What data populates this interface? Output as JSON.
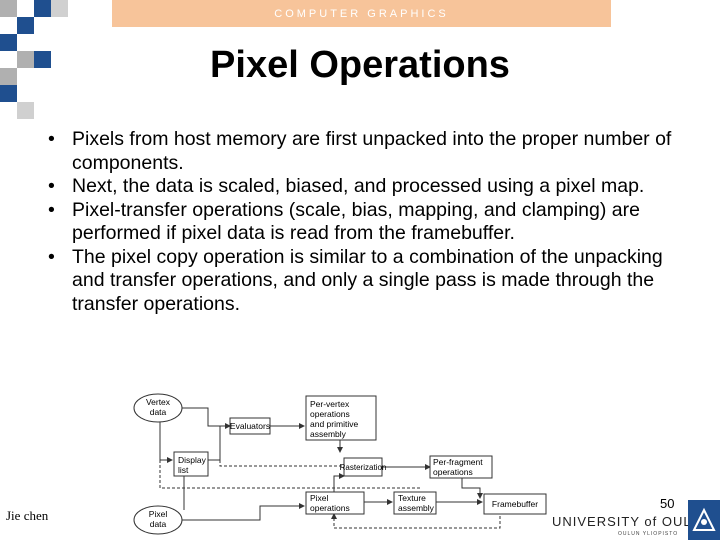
{
  "header": {
    "banner_text": "COMPUTER GRAPHICS",
    "banner_color": "#f7c49a",
    "accent_dark": "#1f4f8f",
    "accent_gray": "#b0b0b0"
  },
  "slide": {
    "title": "Pixel Operations",
    "bullets": [
      "Pixels from host memory are first unpacked into the proper number of components.",
      "Next, the data is scaled, biased, and processed using a pixel map.",
      "Pixel-transfer operations (scale, bias, mapping, and clamping) are performed if pixel data is read from the framebuffer.",
      "The pixel copy operation is similar to a combination of the unpacking and transfer operations, and only a single pass is made through the transfer operations."
    ]
  },
  "diagram": {
    "vertex_data": [
      "Vertex",
      "data"
    ],
    "evaluators": "Evaluators",
    "per_vertex": [
      "Per-vertex",
      "operations",
      "and primitive",
      "assembly"
    ],
    "display_list": [
      "Display",
      "list"
    ],
    "rasterization": "Rasterization",
    "per_fragment": [
      "Per-fragment",
      "operations"
    ],
    "pixel_data": [
      "Pixel",
      "data"
    ],
    "pixel_operations": [
      "Pixel",
      "operations"
    ],
    "texture_assembly": [
      "Texture",
      "assembly"
    ],
    "framebuffer": "Framebuffer"
  },
  "footer": {
    "author": "Jie chen",
    "page_number": "50",
    "university": "UNIVERSITY of OULU",
    "university_sub": "OULUN YLIOPISTO"
  }
}
